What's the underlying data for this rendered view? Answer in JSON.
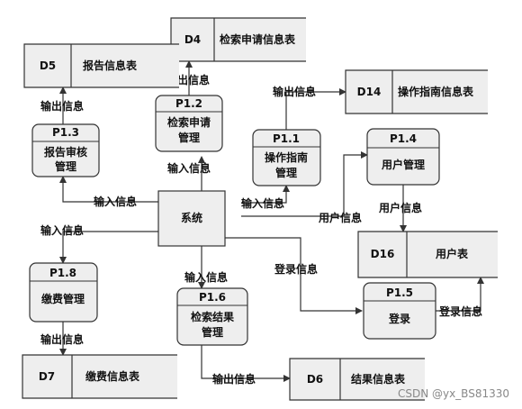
{
  "system": {
    "label": "系统"
  },
  "processes": {
    "p11": {
      "id": "P1.1",
      "name": [
        "操作指南",
        "管理"
      ]
    },
    "p12": {
      "id": "P1.2",
      "name": [
        "检索申请",
        "管理"
      ]
    },
    "p13": {
      "id": "P1.3",
      "name": [
        "报告审核",
        "管理"
      ]
    },
    "p14": {
      "id": "P1.4",
      "name": [
        "用户管理"
      ]
    },
    "p15": {
      "id": "P1.5",
      "name": [
        "登录"
      ]
    },
    "p16": {
      "id": "P1.6",
      "name": [
        "检索结果",
        "管理"
      ]
    },
    "p18": {
      "id": "P1.8",
      "name": [
        "缴费管理"
      ]
    }
  },
  "stores": {
    "d4": {
      "id": "D4",
      "name": "检索申请信息表"
    },
    "d5": {
      "id": "D5",
      "name": "报告信息表"
    },
    "d6": {
      "id": "D6",
      "name": "结果信息表"
    },
    "d7": {
      "id": "D7",
      "name": "缴费信息表"
    },
    "d14": {
      "id": "D14",
      "name": "操作指南信息表"
    },
    "d16": {
      "id": "D16",
      "name": "用户表"
    }
  },
  "flows": {
    "sys_to_p13": "输入信息",
    "p13_to_d5": "输出信息",
    "sys_to_p12": "输入信息",
    "p12_to_d4": "输出信息",
    "sys_to_p11": "输入信息",
    "p11_to_d14": "输出信息",
    "sys_to_p14": "用户信息",
    "p14_to_d16": "用户信息",
    "sys_to_p15": "登录信息",
    "p15_to_d16": "登录信息",
    "sys_to_p18": "输入信息",
    "p18_to_d7": "输出信息",
    "sys_to_p16": "输入信息",
    "p16_to_d6": "输出信息"
  },
  "watermark": "CSDN @yx_BS81330"
}
